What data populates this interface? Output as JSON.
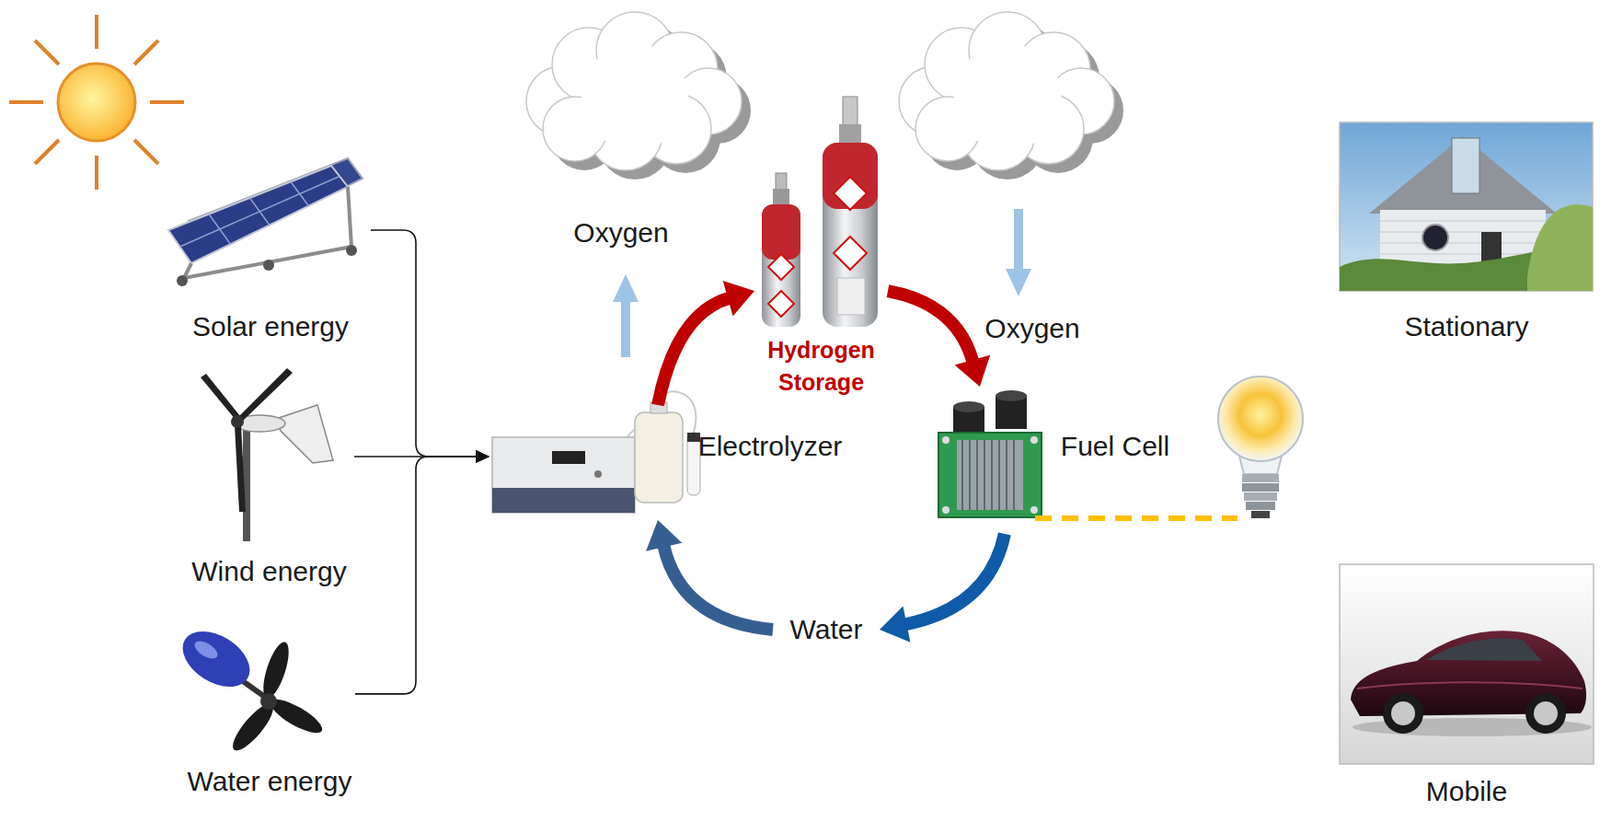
{
  "diagram": {
    "nodes": [
      {
        "text": [
          "Solar energy"
        ]
      },
      {
        "text": [
          "Wind energy"
        ]
      },
      {
        "text": [
          "Water energy"
        ]
      },
      {
        "text": [
          "Electrolyzer"
        ]
      },
      {
        "text": [
          "Hydrogen Storage"
        ]
      },
      {
        "text": [
          "Fuel Cell"
        ]
      },
      {
        "text": [
          "Water"
        ]
      },
      {
        "text": [
          "Stationary"
        ]
      },
      {
        "text": [
          "Mobile"
        ]
      }
    ],
    "edges": [
      {
        "from": 0,
        "to": 3,
        "arrow": "to"
      },
      {
        "from": 1,
        "to": 3,
        "arrow": "to"
      },
      {
        "from": 2,
        "to": 3,
        "arrow": "to"
      },
      {
        "from": 3,
        "to": 4,
        "arrow": "to"
      },
      {
        "from": 4,
        "to": 5,
        "arrow": "to"
      },
      {
        "from": 5,
        "to": 6,
        "arrow": "to"
      },
      {
        "from": 6,
        "to": 3,
        "arrow": "to"
      }
    ],
    "labels": [
      "Oxygen",
      "Oxygen"
    ]
  }
}
